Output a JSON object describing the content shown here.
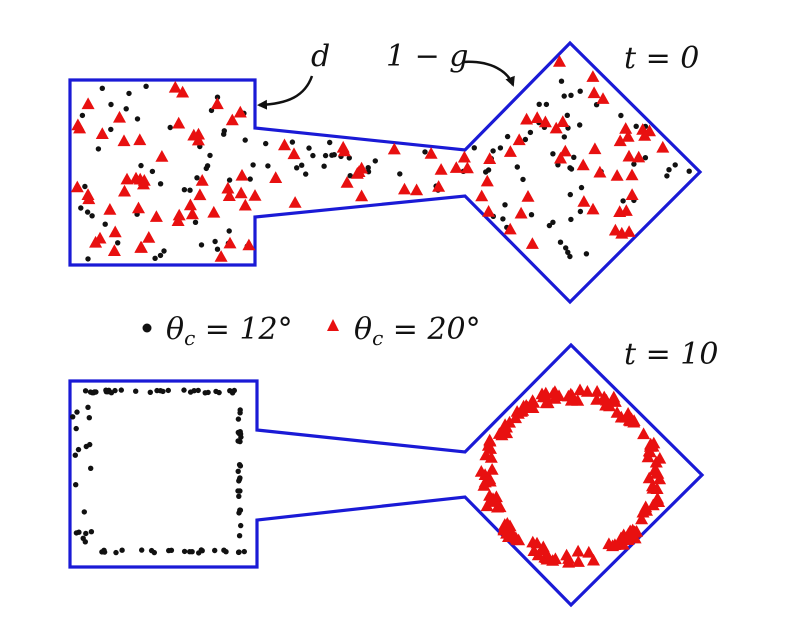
{
  "colors": {
    "outline": "#1a1ad6",
    "circle_particle": "#111111",
    "triangle_particle": "#e81010",
    "text": "#111111"
  },
  "labels": {
    "time_top": "t = 0",
    "time_bottom": "t = 10",
    "annotation_d": "d",
    "annotation_g": "1 − g"
  },
  "legend": {
    "items": [
      {
        "marker": "circle",
        "label": "θc = 12°"
      },
      {
        "marker": "triangle",
        "label": "θc = 20°"
      }
    ]
  }
}
